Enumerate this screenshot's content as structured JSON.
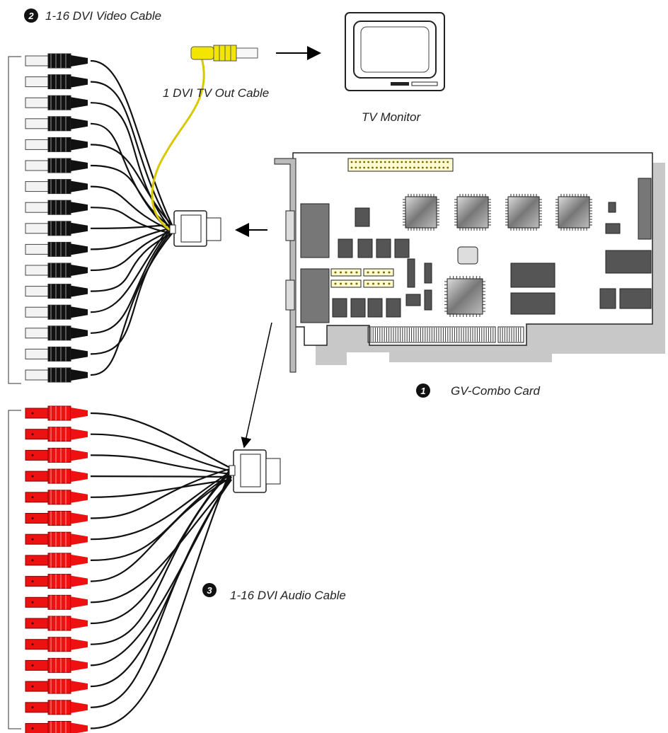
{
  "labels": {
    "video_cable": {
      "number": "2",
      "text": "1-16 DVI Video Cable"
    },
    "tv_out_cable": {
      "text": "1 DVI TV Out Cable"
    },
    "tv_monitor": {
      "text": "TV Monitor"
    },
    "combo_card": {
      "number": "1",
      "text": "GV-Combo Card"
    },
    "audio_cable": {
      "number": "3",
      "text": "1-16 DVI Audio Cable"
    }
  },
  "colors": {
    "video_connector": "#111111",
    "audio_connector": "#ee1111",
    "tv_out_connector": "#f2e600",
    "card_pcb": "#ffffff",
    "card_shadow": "#c8c8c8",
    "chip": "#555555"
  },
  "video_connector_count": 16,
  "audio_connector_count": 16
}
